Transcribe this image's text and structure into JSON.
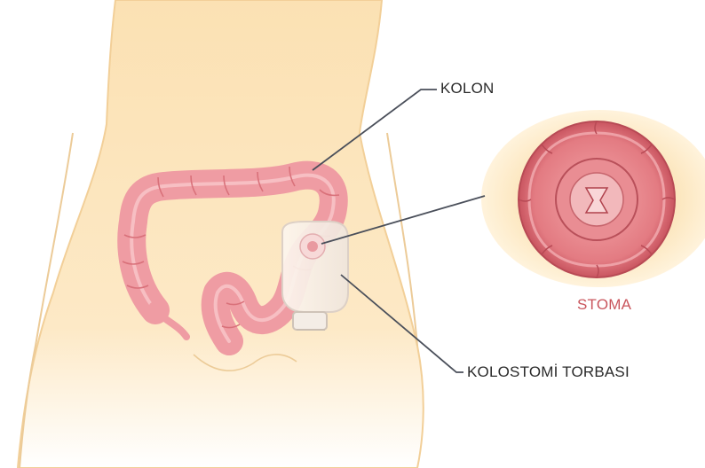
{
  "labels": {
    "colon": "KOLON",
    "colostomy_bag": "KOLOSTOMİ TORBASI",
    "stoma": "STOMA"
  },
  "colors": {
    "skin": "#fbe3b5",
    "skin_outline": "#f3cf97",
    "intestine": "#ef9ca3",
    "intestine_dark": "#d9717a",
    "stoma_red": "#d35a64",
    "leader_line": "#4a4f5a",
    "stoma_label": "#c9555c"
  }
}
